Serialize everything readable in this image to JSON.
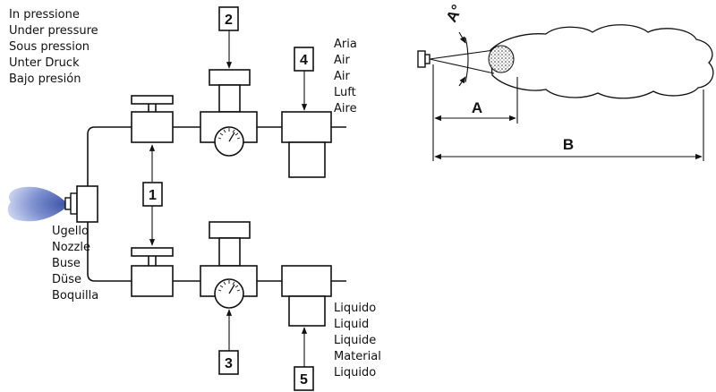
{
  "pressure_labels": [
    "In pressione",
    "Under pressure",
    "Sous pression",
    "Unter Druck",
    "Bajo presión"
  ],
  "air_labels": [
    "Aria",
    "Air",
    "Air",
    "Luft",
    "Aire"
  ],
  "nozzle_labels": [
    "Ugello",
    "Nozzle",
    "Buse",
    "Düse",
    "Boquilla"
  ],
  "liquid_labels": [
    "Liquido",
    "Liquid",
    "Liquide",
    "Material",
    "Liquido"
  ],
  "callouts": {
    "n1": "1",
    "n2": "2",
    "n3": "3",
    "n4": "4",
    "n5": "5"
  },
  "dimensions": {
    "angle": "A°",
    "a": "A",
    "b": "B"
  },
  "colors": {
    "spray": "#6f84c4",
    "line": "#111111"
  }
}
